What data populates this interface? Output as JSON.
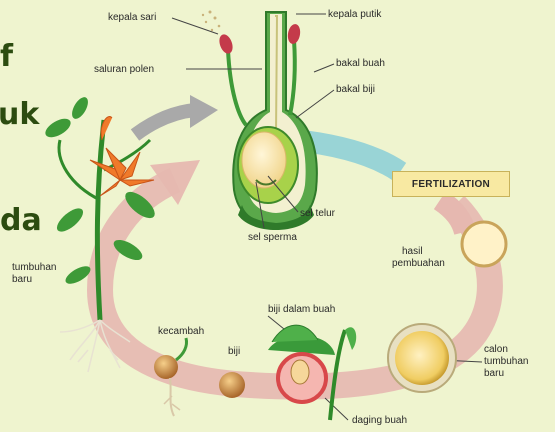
{
  "cut_text": {
    "line1": "f",
    "line2": "uk",
    "line3": "da"
  },
  "labels": {
    "kepala_sari": "kepala sari",
    "kepala_putik": "kepala putik",
    "saluran_polen": "saluran polen",
    "bakal_buah": "bakal buah",
    "bakal_biji": "bakal biji",
    "sel_telur": "sel telur",
    "sel_sperma": "sel sperma",
    "fertilization": "FERTILIZATION",
    "hasil_pembuahan_1": "hasil",
    "hasil_pembuahan_2": "pembuahan",
    "tumbuhan_baru_1": "tumbuhan",
    "tumbuhan_baru_2": "baru",
    "kecambah": "kecambah",
    "biji": "biji",
    "biji_dalam_buah": "biji dalam buah",
    "calon_tumbuhan_baru_1": "calon",
    "calon_tumbuhan_baru_2": "tumbuhan",
    "calon_tumbuhan_baru_3": "baru",
    "daging_buah": "daging buah"
  },
  "colors": {
    "background": "#eff4cf",
    "cycle_arrow": "#e6b8b0",
    "gray_arrow": "#a9a9a9",
    "teal_arrow": "#8fd0d6",
    "plant_green": "#2f8a2a",
    "flower_orange": "#f07a2a",
    "ovule_yellow": "#f2c23c",
    "fert_box": "#f8e9a2"
  }
}
